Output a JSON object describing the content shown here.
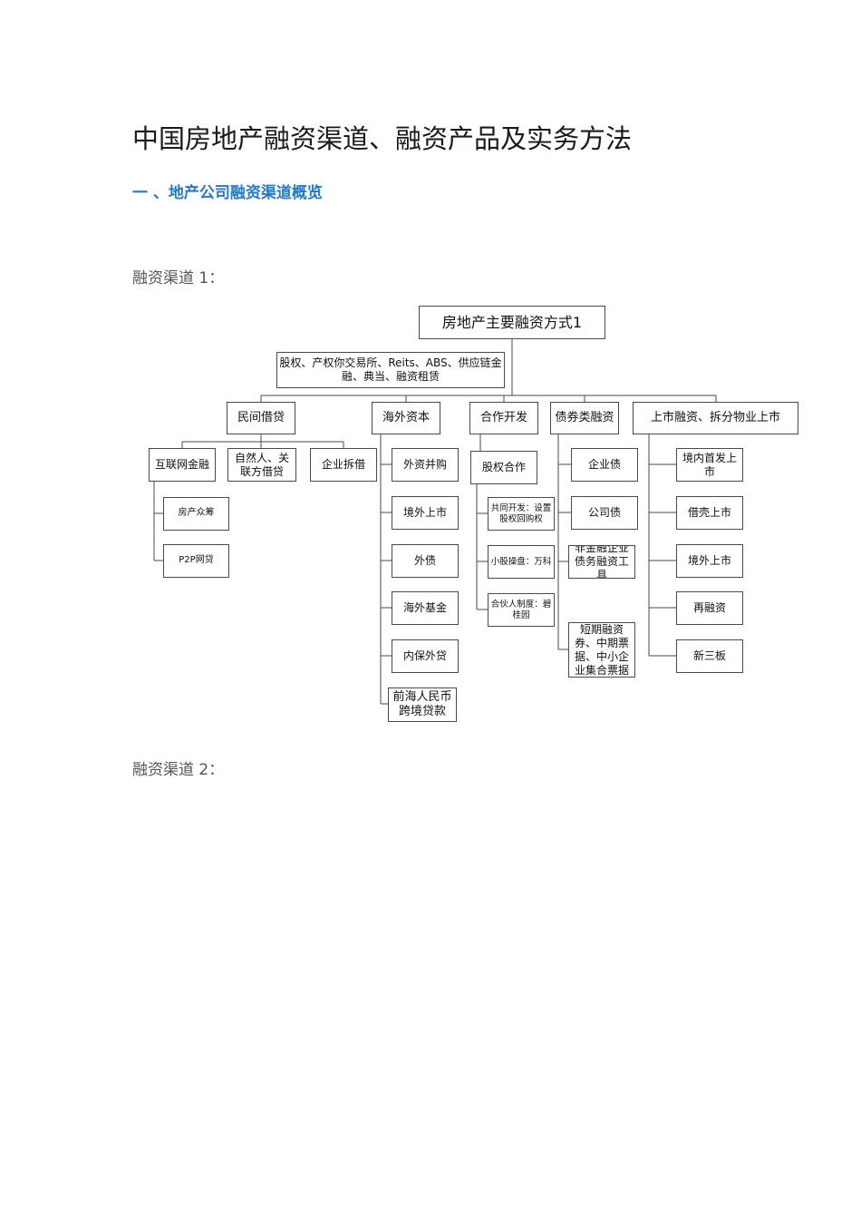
{
  "document": {
    "title": "中国房地产融资渠道、融资产品及实务方法",
    "section_heading": "一 、地产公司融资渠道概览",
    "channel1_label": "融资渠道 1：",
    "channel2_label": "融资渠道 2："
  },
  "org_chart": {
    "root": "房地产主要融资方式1",
    "sub_root": "股权、产权你交易所、Reits、ABS、供应链金融、典当、融资租赁",
    "branches": {
      "private_lending": {
        "label": "民间借贷",
        "children": [
          "互联网金融",
          "自然人、关联方借贷",
          "企业拆借"
        ],
        "internet_finance_children": [
          "房产众筹",
          "P2P网贷"
        ]
      },
      "overseas_capital": {
        "label": "海外资本",
        "children": [
          "外资并购",
          "境外上市",
          "外债",
          "海外基金",
          "内保外贷",
          "前海人民币跨境贷款"
        ]
      },
      "cooperative_development": {
        "label": "合作开发",
        "children": [
          "股权合作"
        ],
        "equity_children": [
          "共同开发：设置股权回购权",
          "小股操盘：万科",
          "合伙人制度：碧桂园"
        ]
      },
      "debt_financing": {
        "label": "债券类融资",
        "children": [
          "企业债",
          "公司债",
          "非金融企业债务融资工具",
          "短期融资券、中期票据、中小企业集合票据"
        ]
      },
      "listing": {
        "label": "上市融资、拆分物业上市",
        "children": [
          "境内首发上市",
          "借壳上市",
          "境外上市",
          "再融资",
          "新三板"
        ]
      }
    }
  }
}
